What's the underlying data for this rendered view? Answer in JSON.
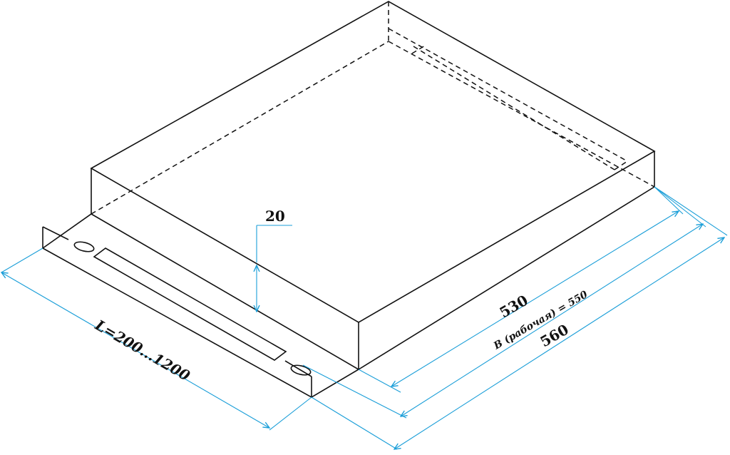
{
  "colors": {
    "outline": "#111111",
    "dimension": "#1a9ed8"
  },
  "dimensions": {
    "height": "20",
    "length": "L=200...1200",
    "depth_inner": "530",
    "depth_working": "B (рабочая) = 550",
    "depth_outer": "560"
  }
}
